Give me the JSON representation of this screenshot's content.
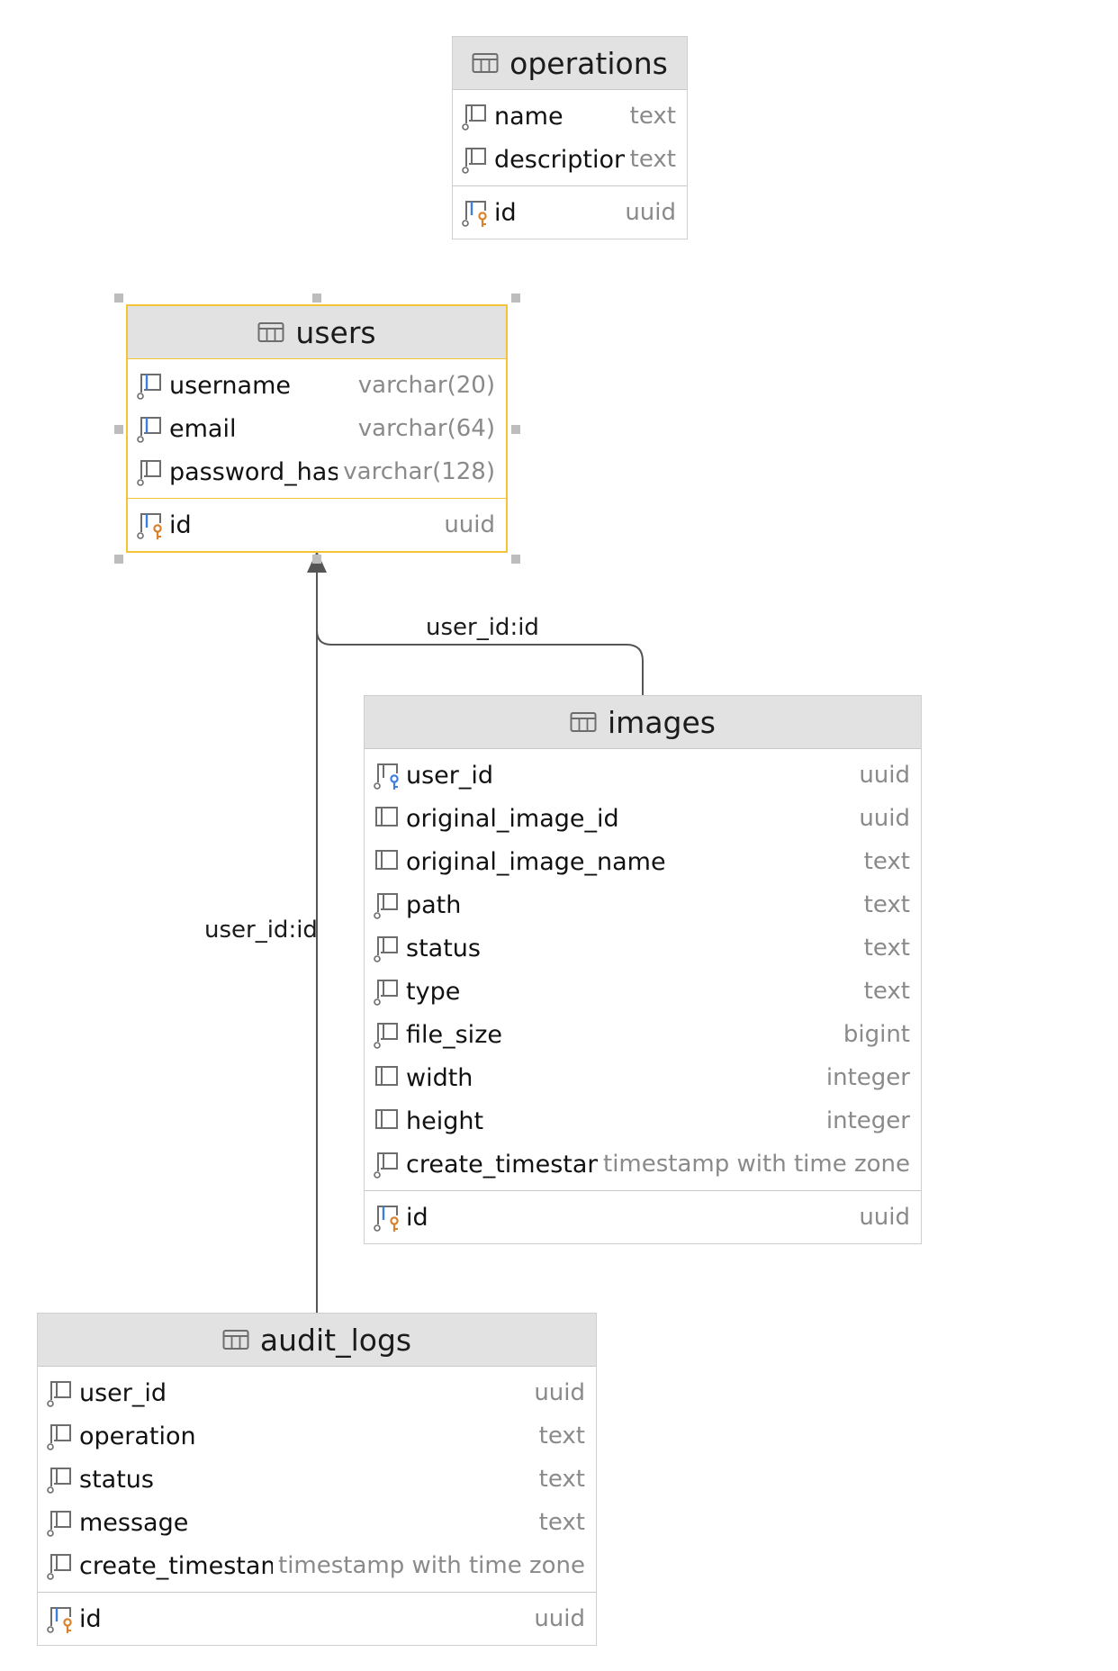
{
  "diagram": {
    "tables": [
      {
        "key": "operations",
        "title": "operations",
        "columns": [
          {
            "name": "name",
            "type": "text",
            "icon": "column-nullable-icon"
          },
          {
            "name": "description",
            "type": "text",
            "icon": "column-nullable-icon"
          }
        ],
        "keys": [
          {
            "name": "id",
            "type": "uuid",
            "icon": "primary-key-icon"
          }
        ]
      },
      {
        "key": "users",
        "title": "users",
        "selected": true,
        "columns": [
          {
            "name": "username",
            "type": "varchar(20)",
            "icon": "unique-column-icon"
          },
          {
            "name": "email",
            "type": "varchar(64)",
            "icon": "unique-column-icon"
          },
          {
            "name": "password_hash",
            "type": "varchar(128)",
            "icon": "column-nullable-icon"
          }
        ],
        "keys": [
          {
            "name": "id",
            "type": "uuid",
            "icon": "primary-key-icon"
          }
        ]
      },
      {
        "key": "images",
        "title": "images",
        "columns": [
          {
            "name": "user_id",
            "type": "uuid",
            "icon": "foreign-key-icon"
          },
          {
            "name": "original_image_id",
            "type": "uuid",
            "icon": "column-notnull-icon"
          },
          {
            "name": "original_image_name",
            "type": "text",
            "icon": "column-notnull-icon"
          },
          {
            "name": "path",
            "type": "text",
            "icon": "column-nullable-icon"
          },
          {
            "name": "status",
            "type": "text",
            "icon": "column-nullable-icon"
          },
          {
            "name": "type",
            "type": "text",
            "icon": "column-nullable-icon"
          },
          {
            "name": "file_size",
            "type": "bigint",
            "icon": "column-nullable-icon"
          },
          {
            "name": "width",
            "type": "integer",
            "icon": "column-notnull-icon"
          },
          {
            "name": "height",
            "type": "integer",
            "icon": "column-notnull-icon"
          },
          {
            "name": "create_timestamp",
            "type": "timestamp with time zone",
            "icon": "column-nullable-icon"
          }
        ],
        "keys": [
          {
            "name": "id",
            "type": "uuid",
            "icon": "primary-key-icon"
          }
        ]
      },
      {
        "key": "audit_logs",
        "title": "audit_logs",
        "columns": [
          {
            "name": "user_id",
            "type": "uuid",
            "icon": "column-nullable-icon"
          },
          {
            "name": "operation",
            "type": "text",
            "icon": "column-nullable-icon"
          },
          {
            "name": "status",
            "type": "text",
            "icon": "column-nullable-icon"
          },
          {
            "name": "message",
            "type": "text",
            "icon": "column-nullable-icon"
          },
          {
            "name": "create_timestamp",
            "type": "timestamp with time zone",
            "icon": "column-nullable-icon"
          }
        ],
        "keys": [
          {
            "name": "id",
            "type": "uuid",
            "icon": "primary-key-icon"
          }
        ]
      }
    ],
    "relations": [
      {
        "from": "images",
        "to": "users",
        "label": "user_id:id"
      },
      {
        "from": "audit_logs",
        "to": "users",
        "label": "user_id:id"
      }
    ],
    "colors": {
      "header_bg": "#e2e2e2",
      "selection_border": "#f3c534",
      "key_gold": "#d9822b",
      "fk_blue": "#3d7fe0",
      "icon_gray": "#6d6d6d",
      "type_gray": "#8a8a8a",
      "connector": "#555555"
    }
  }
}
